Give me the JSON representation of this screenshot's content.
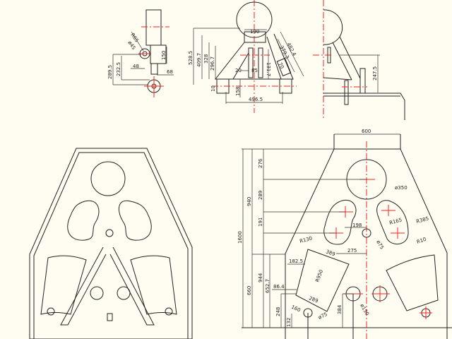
{
  "drawing": {
    "side_view": {
      "d1": "R65",
      "d2": "ø45",
      "d3": "289.5",
      "d4": "232.5",
      "d5": "48",
      "d6": "150",
      "d7": "68"
    },
    "front_view": {
      "d1": "528.5",
      "d2": "409.7",
      "d3": "328",
      "d4": "296.7",
      "d5": "190",
      "d6": "20",
      "d7": "85",
      "d8": "131.7",
      "d9": "482.4",
      "d10": "379.3",
      "d11": "70",
      "d12": "10",
      "d13": "158",
      "d14": "496.5"
    },
    "right_view": {
      "d1": "247.5"
    },
    "plate_detail": {
      "width_top": "600",
      "overall": "1600",
      "upper": "940",
      "d276": "276",
      "d289": "289",
      "d191": "191",
      "lower": "660",
      "d944": "944",
      "d652": "652.7",
      "d248": "248",
      "d132": "132",
      "d384": "384",
      "d182": "182.5",
      "d86": "86.4",
      "d275": "275",
      "d198": "198",
      "d389": "389",
      "d289b": "289",
      "d160": "160",
      "r950": "R950",
      "dia350": "ø350",
      "dia75a": "ø75",
      "dia75b": "ø75",
      "dia150": "ø150",
      "r130": "R130",
      "r165": "R165",
      "r385": "R385",
      "r10": "R10"
    }
  },
  "colors": {
    "background": "#fffdf2",
    "outline": "#222222",
    "centerline": "#ff2020"
  }
}
